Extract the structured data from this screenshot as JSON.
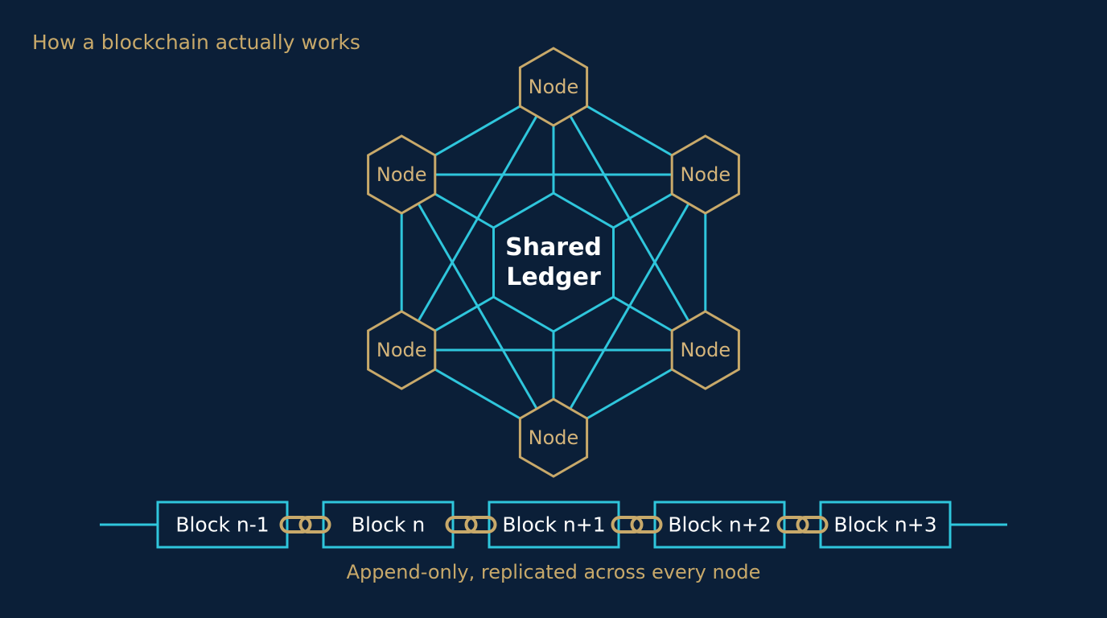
{
  "title": "How a blockchain actually works",
  "center": {
    "line1": "Shared",
    "line2": "Ledger"
  },
  "nodes": [
    {
      "label": "Node"
    },
    {
      "label": "Node"
    },
    {
      "label": "Node"
    },
    {
      "label": "Node"
    },
    {
      "label": "Node"
    },
    {
      "label": "Node"
    }
  ],
  "blocks": [
    {
      "label": "Block n-1"
    },
    {
      "label": "Block n"
    },
    {
      "label": "Block n+1"
    },
    {
      "label": "Block n+2"
    },
    {
      "label": "Block n+3"
    }
  ],
  "caption": "Append-only, replicated across every node",
  "colors": {
    "background": "#0b1f38",
    "gold": "#c8a96a",
    "cyan": "#2fc6dc",
    "white": "#ffffff"
  },
  "icons": {
    "connector": "chain-link-icon"
  }
}
